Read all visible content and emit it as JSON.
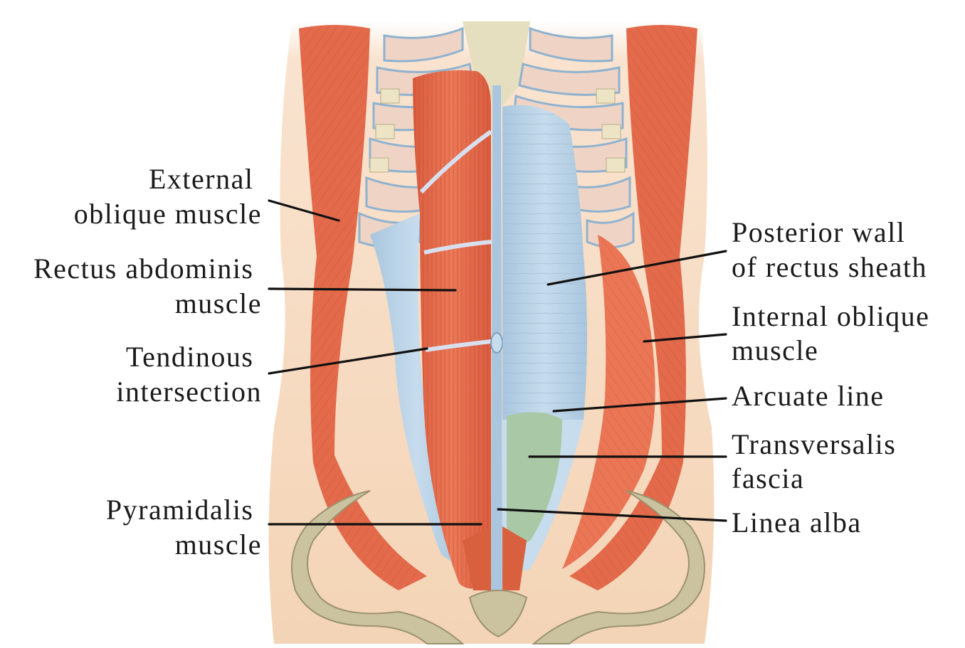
{
  "figure": {
    "subject": "Anterior abdominal wall muscles",
    "colors": {
      "background": "#ffffff",
      "skin": "#f6d9bf",
      "muscle": "#e8704f",
      "muscle_dark": "#c9533a",
      "fascia": "#b9d3e6",
      "bone": "#c9c29c",
      "cartilage": "#e9e3c2",
      "transversalis": "#a9c8a6",
      "label_text": "#1a1a1a"
    }
  },
  "labels": {
    "external_oblique": [
      "External",
      "oblique muscle"
    ],
    "rectus_abdominis": [
      "Rectus abdominis",
      "muscle"
    ],
    "tendinous_intersection": [
      "Tendinous",
      "intersection"
    ],
    "pyramidalis": [
      "Pyramidalis",
      "muscle"
    ],
    "posterior_wall": [
      "Posterior wall",
      "of rectus sheath"
    ],
    "internal_oblique": [
      "Internal oblique",
      "muscle"
    ],
    "arcuate_line": [
      "Arcuate line"
    ],
    "transversalis_fascia": [
      "Transversalis",
      "fascia"
    ],
    "linea_alba": [
      "Linea alba"
    ]
  }
}
